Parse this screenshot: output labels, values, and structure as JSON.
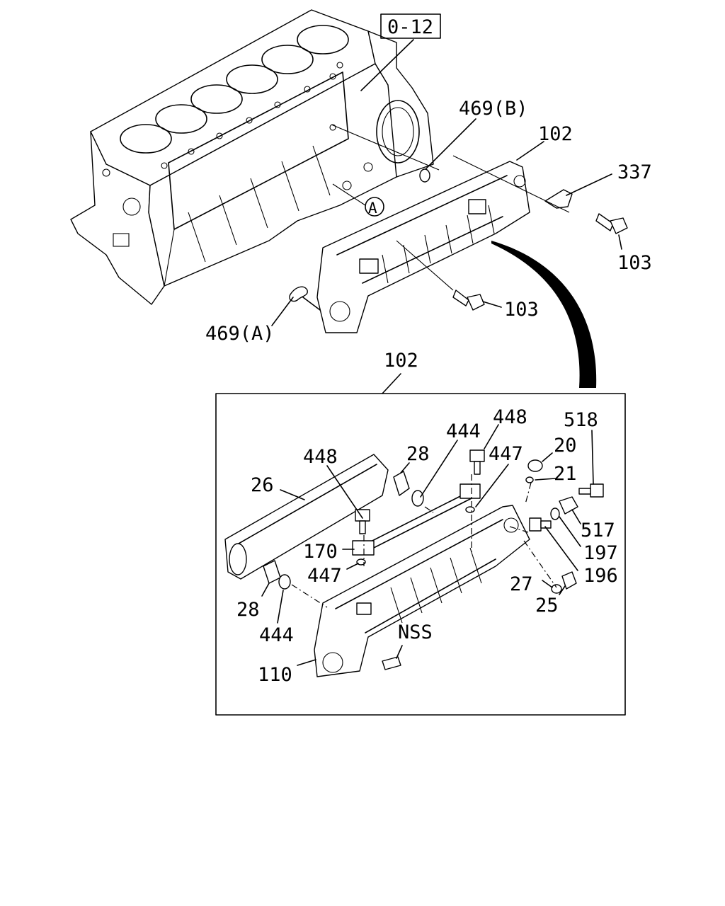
{
  "labels": {
    "ref": "0-12",
    "p469b": "469(B)",
    "p102_top": "102",
    "p337": "337",
    "p103_right": "103",
    "p103_mid": "103",
    "p469a": "469(A)",
    "circle_a": "A",
    "p102_box": "102",
    "p448_left": "448",
    "p26": "26",
    "p28_top": "28",
    "p444_top": "444",
    "p448_right": "448",
    "p447_top": "447",
    "p518": "518",
    "p20": "20",
    "p21": "21",
    "p517": "517",
    "p197": "197",
    "p196": "196",
    "p27": "27",
    "p25": "25",
    "p170": "170",
    "p447_bottom": "447",
    "p28_bottom": "28",
    "p444_bottom": "444",
    "pNSS": "NSS",
    "p110": "110"
  }
}
